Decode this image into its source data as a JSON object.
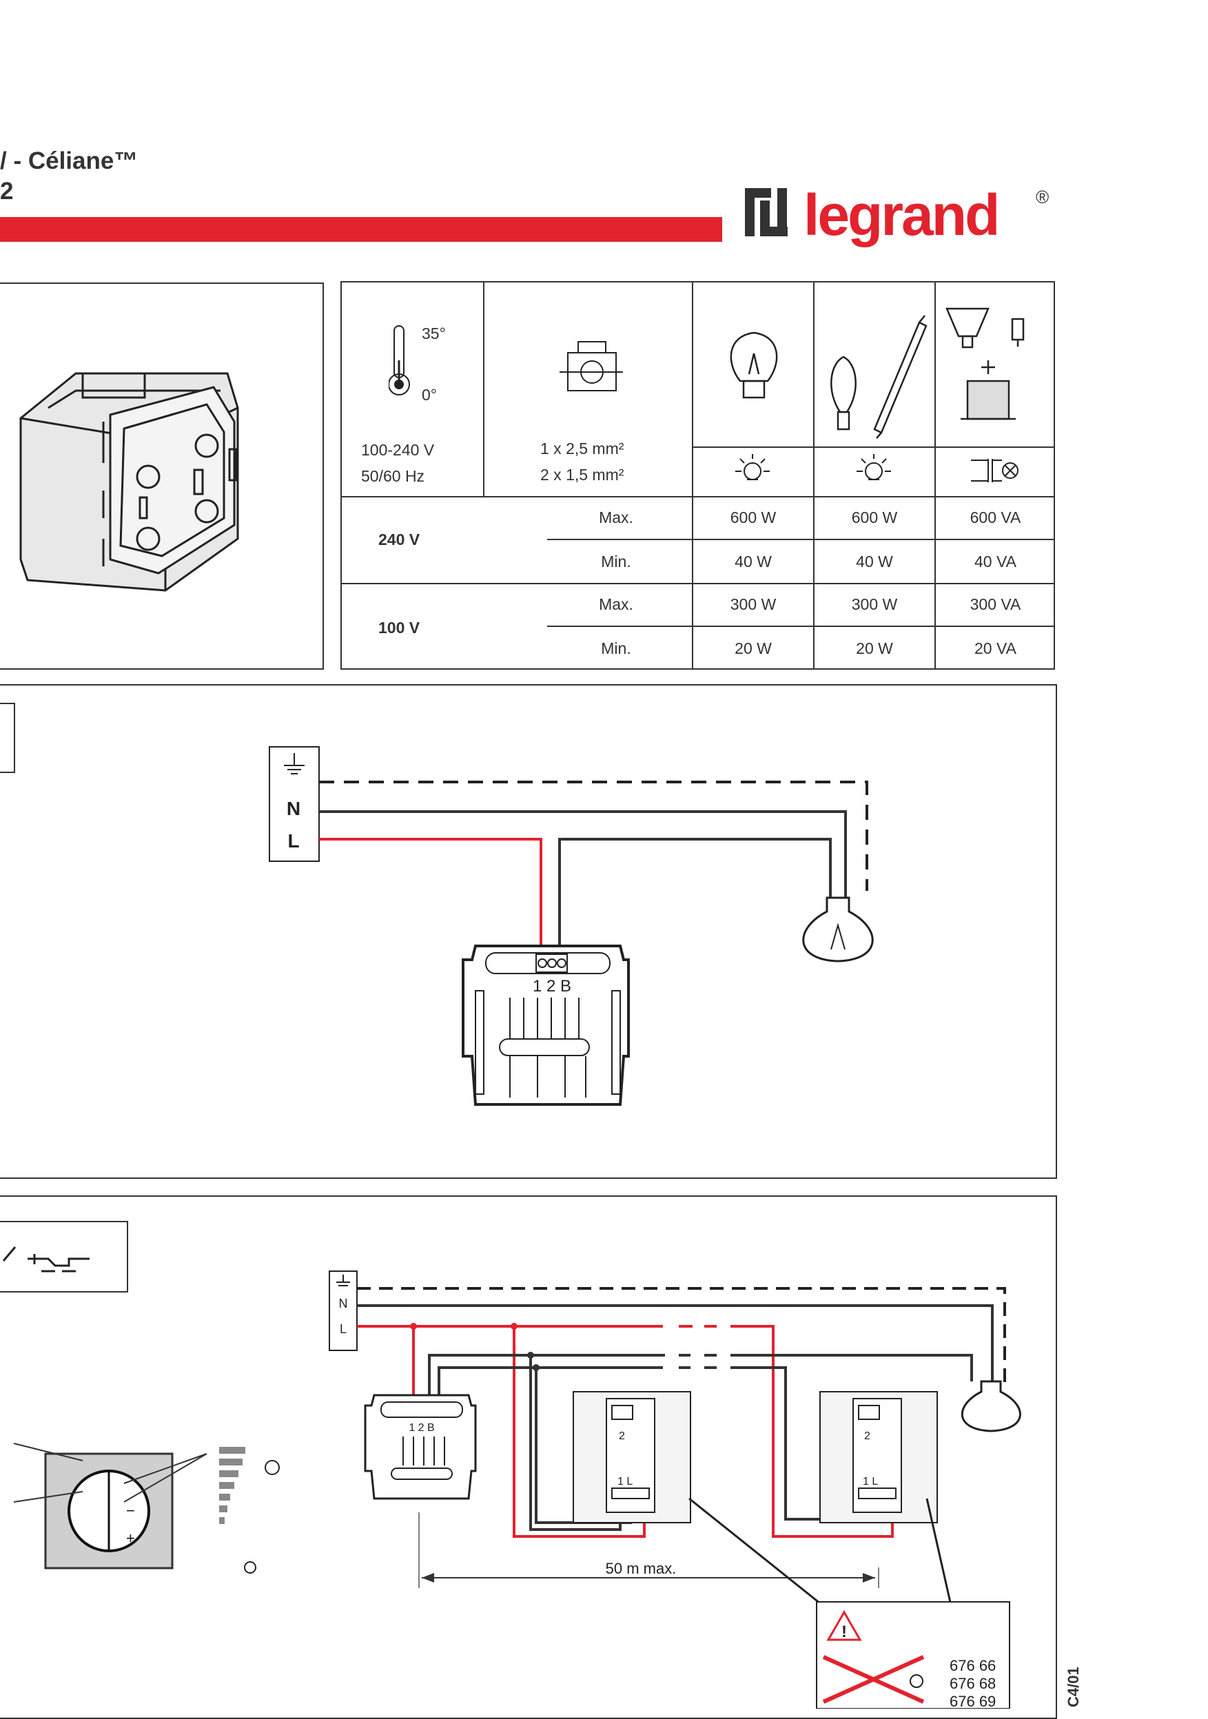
{
  "header": {
    "title": "/ - Céliane™",
    "subtitle": "2",
    "brand": "legrand",
    "brand_mark": "®",
    "accent_color": "#e2232e"
  },
  "specs": {
    "temperature_high": "35°",
    "temperature_low": "0°",
    "voltage": "100-240 V",
    "frequency": "50/60 Hz",
    "wire_1": "1 x 2,5 mm²",
    "wire_2": "2 x 1,5 mm²",
    "rows": [
      {
        "voltage": "240 V",
        "max_label": "Max.",
        "min_label": "Min.",
        "max": [
          "600 W",
          "600 W",
          "600 VA"
        ],
        "min": [
          "40 W",
          "40 W",
          "40 VA"
        ]
      },
      {
        "voltage": "100 V",
        "max_label": "Max.",
        "min_label": "Min.",
        "max": [
          "300 W",
          "300 W",
          "300 VA"
        ],
        "min": [
          "20 W",
          "20 W",
          "20 VA"
        ]
      }
    ]
  },
  "diagram1": {
    "terminal_n": "N",
    "terminal_l": "L",
    "terminals": "1 2 B"
  },
  "diagram2": {
    "terminal_n": "N",
    "terminal_l": "L",
    "terminals_dimmer": "1 2 B",
    "switch_top": "2",
    "switch_bottom": "1  L",
    "distance": "50 m max.",
    "plus": "+",
    "minus": "−",
    "refs": [
      "676 66",
      "676 68",
      "676 69"
    ],
    "warning": "!"
  },
  "doc_code": "C4/01"
}
